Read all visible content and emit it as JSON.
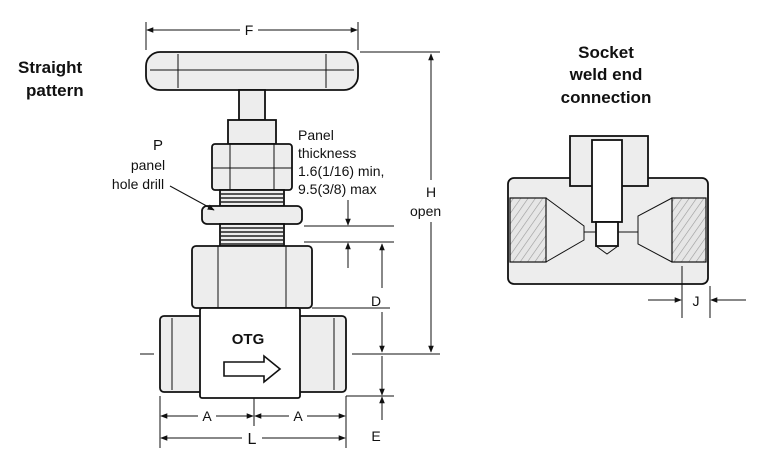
{
  "labels": {
    "straight_line1": "Straight",
    "straight_line2": "pattern",
    "socket_line1": "Socket",
    "socket_line2": "weld end",
    "socket_line3": "connection",
    "P": "P",
    "panel_hole_line1": "panel",
    "panel_hole_line2": "hole drill",
    "panel_thk_line1": "Panel",
    "panel_thk_line2": "thickness",
    "panel_thk_line3": "1.6(1/16) min,",
    "panel_thk_line4": "9.5(3/8) max",
    "H": "H",
    "open": "open",
    "OTG": "OTG"
  },
  "dimensions": {
    "F": "F",
    "D": "D",
    "A_left": "A",
    "A_right": "A",
    "L": "L",
    "E": "E",
    "J": "J"
  }
}
